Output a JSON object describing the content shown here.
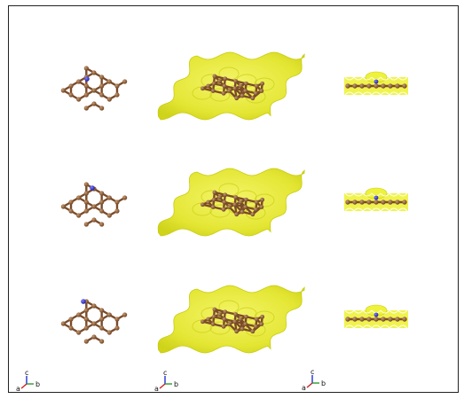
{
  "figure": {
    "rows": [
      {
        "name": "row-1"
      },
      {
        "name": "row-2"
      },
      {
        "name": "row-3"
      }
    ],
    "axes_triads": [
      {
        "labels": [
          "c",
          "a",
          "b"
        ]
      },
      {
        "labels": [
          "c",
          "a",
          "b"
        ]
      },
      {
        "labels": [
          "c",
          "a",
          "b"
        ]
      }
    ]
  },
  "colors": {
    "carbon": "#8b5a33",
    "bond": "#7a4b2a",
    "adatom": "#2a2ad6",
    "isosurface": "#eef23a",
    "isosurface_dark": "#c9cc10",
    "axis_a": "#cc2020",
    "axis_b": "#2a9d2a",
    "axis_c": "#2030d0"
  }
}
